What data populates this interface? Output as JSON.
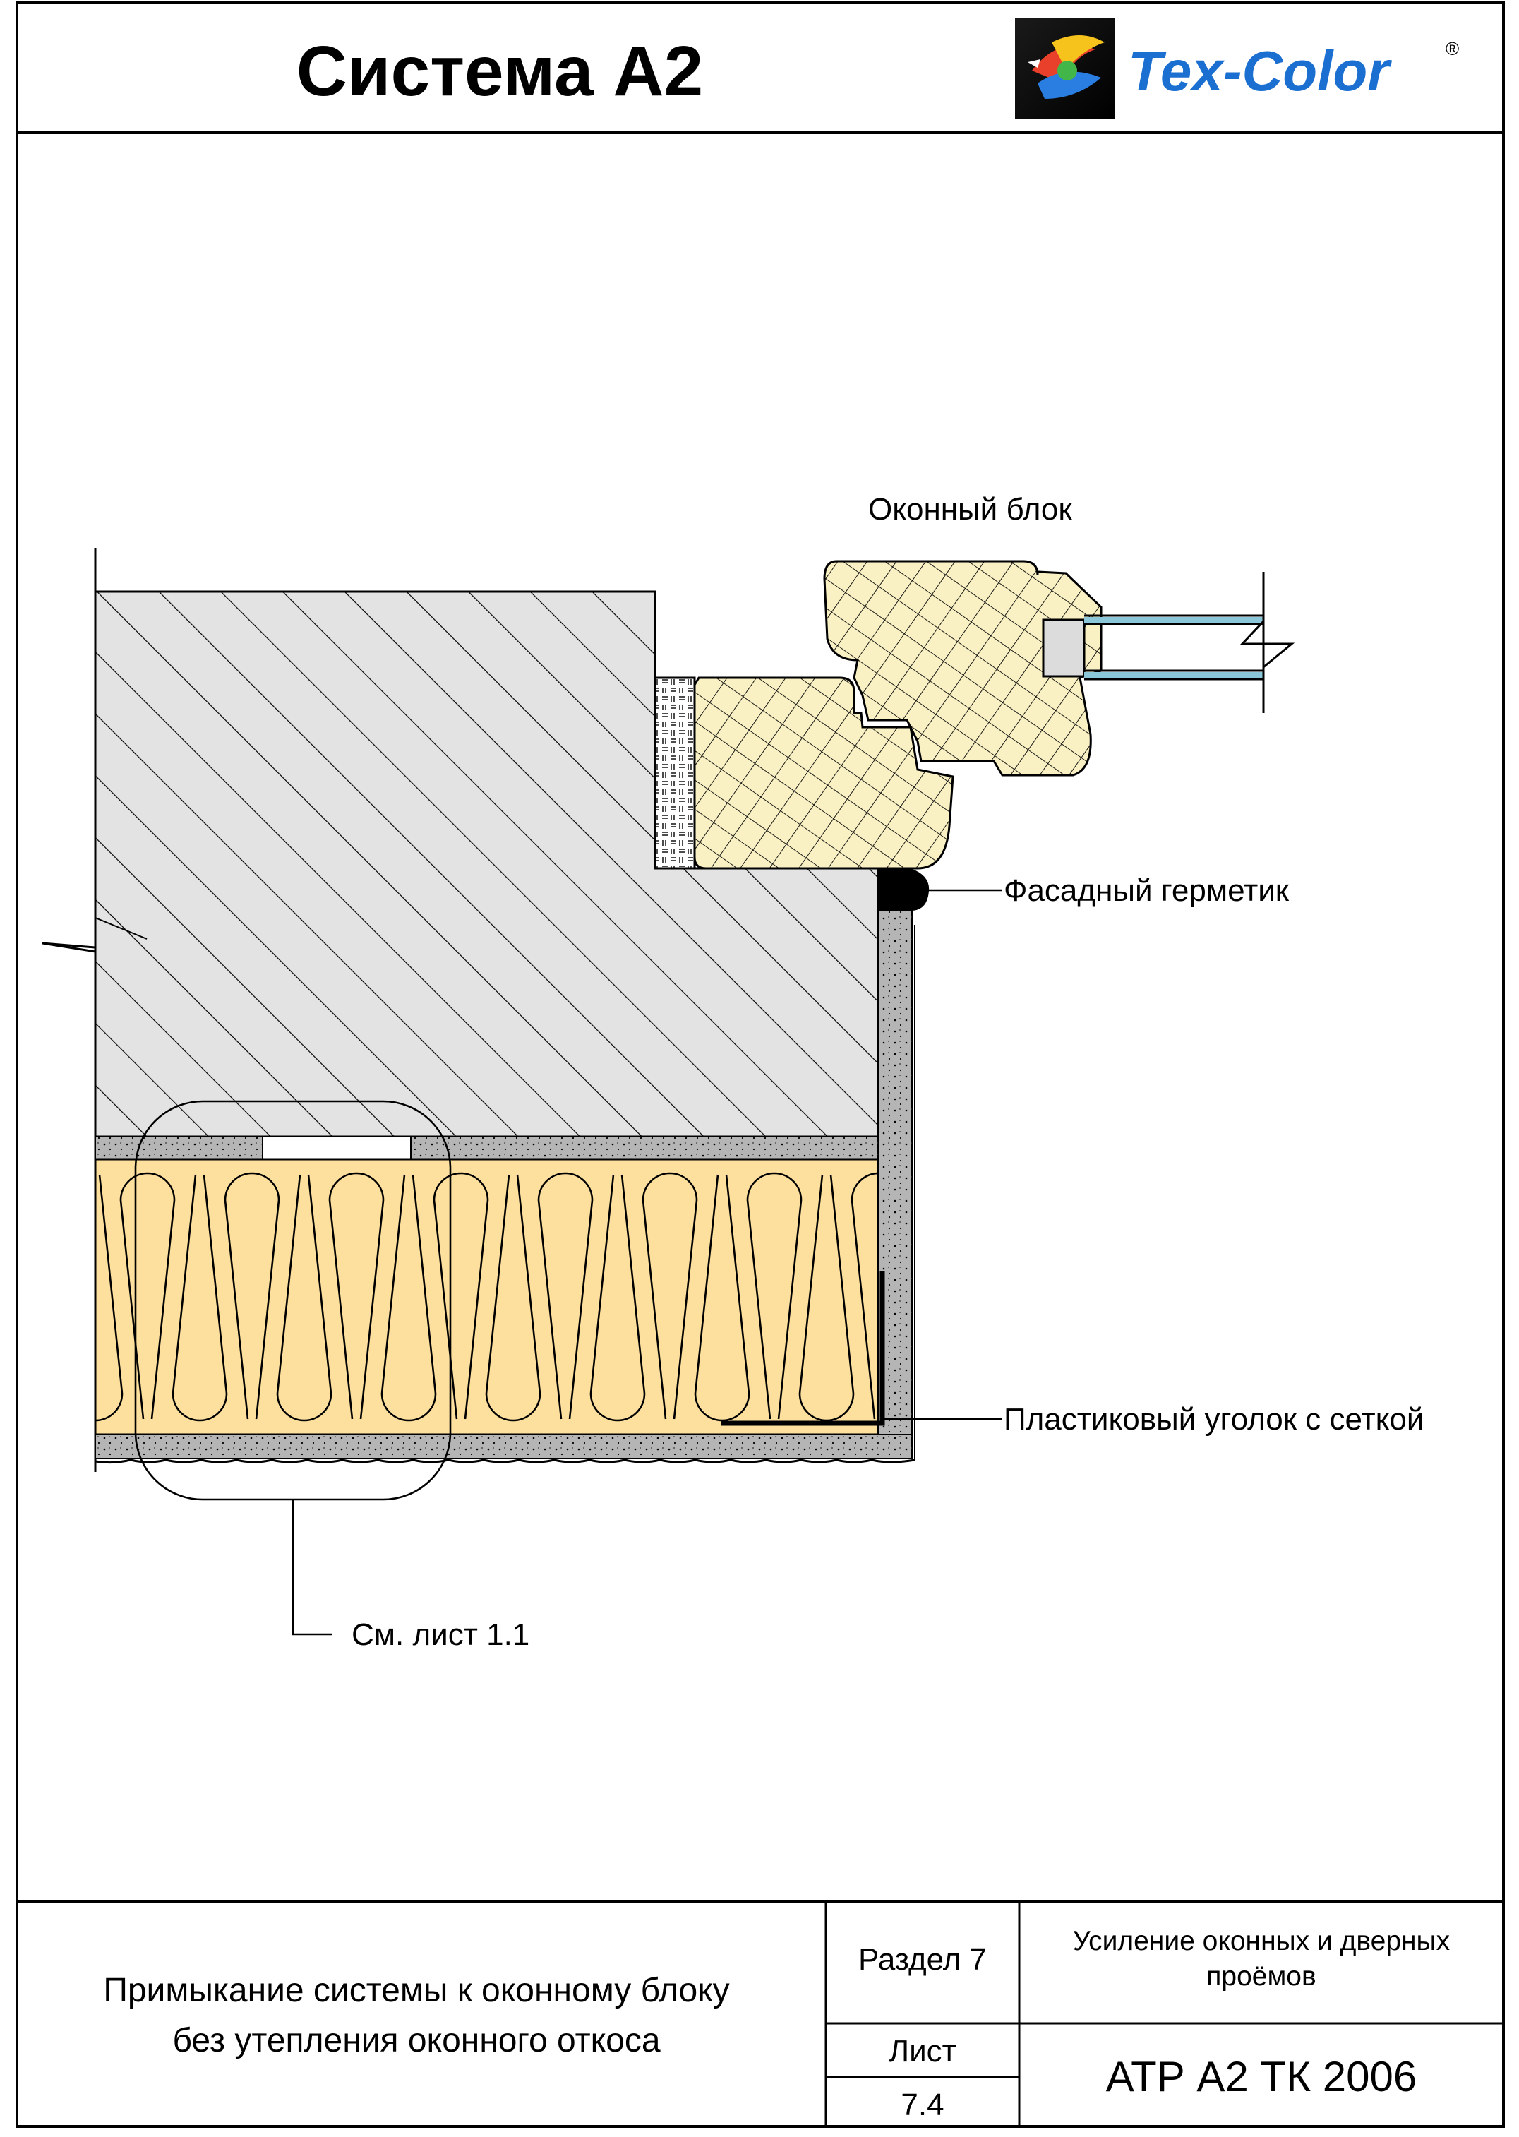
{
  "header": {
    "title": "Система А2",
    "logo_text": "Tex-Color",
    "logo_mark": "®",
    "logo_icon": "tex-color-logo-icon"
  },
  "drawing": {
    "labels": {
      "window_block": "Оконный блок",
      "facade_sealant": "Фасадный герметик",
      "plastic_corner": "Пластиковый уголок с сеткой",
      "see_sheet": "См. лист 1.1"
    },
    "colors": {
      "frame_wood": "#f9f1c4",
      "insulation": "#fddf9e",
      "plaster": "#b5b5b5",
      "wall": "#e3e3e3",
      "line": "#000000"
    }
  },
  "stamp": {
    "description_line1": "Примыкание системы к оконному блоку",
    "description_line2": "без утепления оконного откоса",
    "section_label": "Раздел 7",
    "sheet_label": "Лист",
    "sheet_number": "7.4",
    "topic_line1": "Усиление оконных и дверных",
    "topic_line2": "проёмов",
    "code": "АТР А2 ТК 2006"
  }
}
